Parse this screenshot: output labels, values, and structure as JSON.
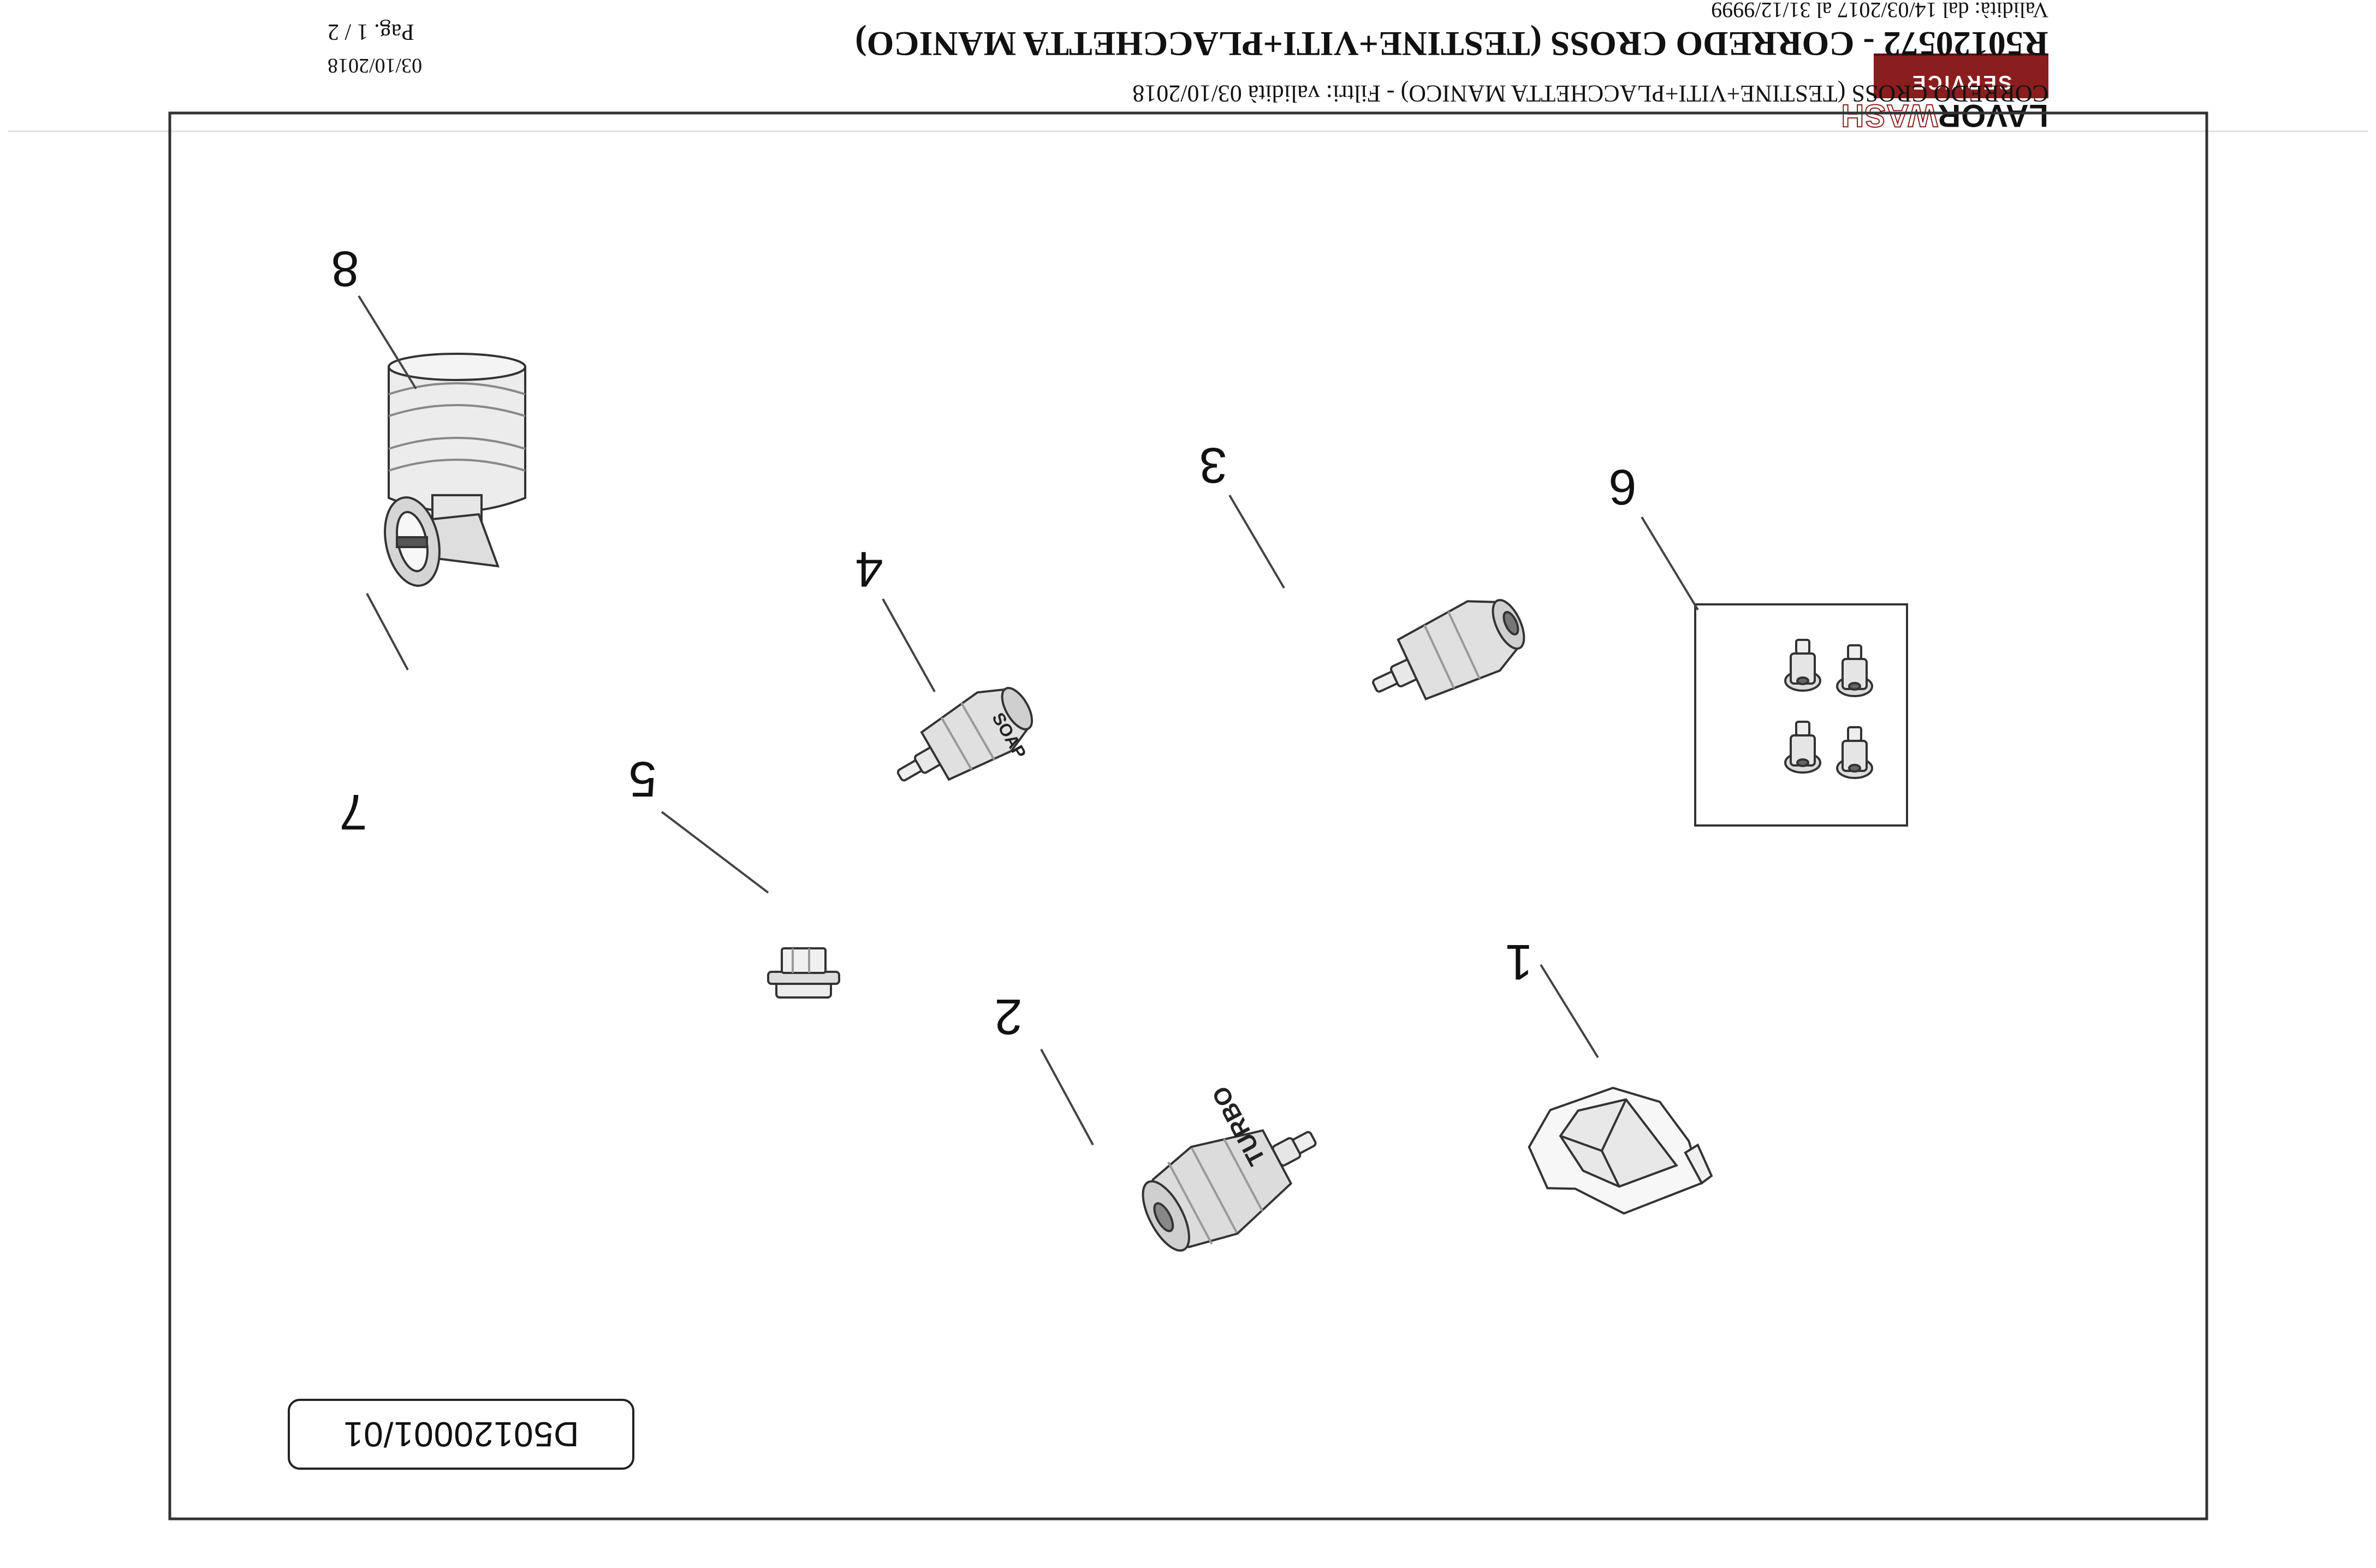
{
  "header": {
    "logo": {
      "name_part_1": "LAVOR",
      "name_part_2": "WASH",
      "tagline": "SERVICE",
      "brand_color": "#8a1e1e"
    },
    "title": "R50120572 - CORREDO CROSS (TESTINE+VITI+PLACCHETTA MANICO)",
    "subtitle": "CORREDO CROSS (TESTINE+VITI+PLACCHETTA MANICO) - Filtri: validità 03/10/2018",
    "validity": "Validità: dal 14/03/2017 al 31/12/9999",
    "date": "03/10/2018",
    "page": "Pag. 1 / 2"
  },
  "drawing": {
    "code": "D50120001/01",
    "part_callouts": [
      "1",
      "2",
      "3",
      "4",
      "5",
      "6",
      "7",
      "8"
    ],
    "nozzle_labels": {
      "turbo": "TURBO",
      "soap": "SOAP"
    }
  }
}
